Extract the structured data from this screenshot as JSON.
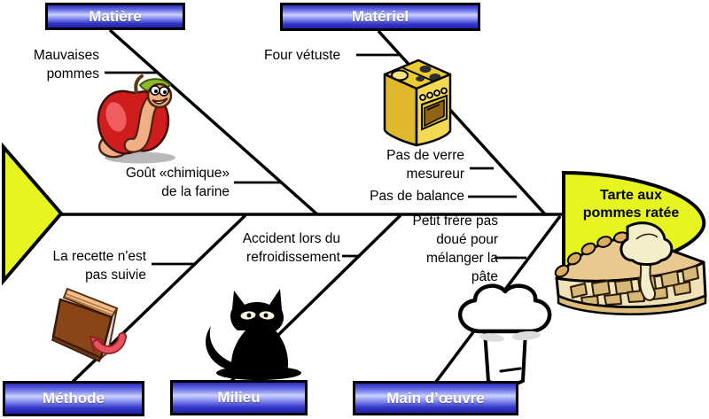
{
  "diagram": {
    "type": "fishbone",
    "effect": {
      "label": "Tarte aux pommes ratée"
    },
    "categories": [
      {
        "label": "Matière",
        "causes": [
          "Mauvaises pommes",
          "Goût «chimique» de la farine"
        ]
      },
      {
        "label": "Matériel",
        "causes": [
          "Four vétuste",
          "Pas de verre mesureur",
          "Pas de balance"
        ]
      },
      {
        "label": "Méthode",
        "causes": [
          "La recette n'est pas suivie"
        ]
      },
      {
        "label": "Milieu",
        "causes": [
          "Accident lors du refroidissement"
        ]
      },
      {
        "label": "Main d’œuvre",
        "causes": [
          "Petit frère pas doué pour mélanger la pâte"
        ]
      }
    ],
    "icons": {
      "matiere": "apple-with-worm-icon",
      "materiel": "old-stove-icon",
      "methode": "recipe-book-icon",
      "milieu": "black-cat-icon",
      "main_doeuvre": "chef-hat-icon",
      "effect": "apple-pie-slice-icon"
    },
    "colors": {
      "node_fill": "#e6f41f",
      "box_gradient_top": "#2c2cb6",
      "box_gradient_light": "#ccd2fc",
      "box_gradient_bottom": "#2222ae",
      "box_text": "#ffffff",
      "line": "#000000",
      "background": "#ffffff"
    }
  }
}
